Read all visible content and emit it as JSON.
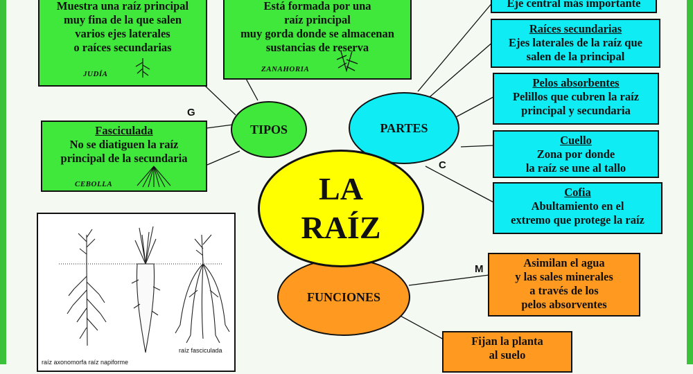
{
  "center": {
    "line1": "LA",
    "line2": "RAÍZ"
  },
  "ovals": {
    "tipos": "TIPOS",
    "partes": "PARTES",
    "funciones": "FUNCIONES"
  },
  "tipos_boxes": {
    "axonomorfa": {
      "lines": [
        "Muestra una raíz principal",
        "muy fina de la que salen",
        "varios ejes laterales",
        "o raíces secundarias"
      ],
      "example": "JUDÍA"
    },
    "napiforme": {
      "lines": [
        "Está formada por una",
        "raíz principal",
        "muy gorda donde se almacenan",
        "sustancias de reserva"
      ],
      "example": "ZANAHORIA"
    },
    "fasciculada": {
      "title": "Fasciculada",
      "lines": [
        "No se diatiguen la raíz",
        "principal de la secundaria"
      ],
      "example": "CEBOLLA"
    }
  },
  "partes_boxes": [
    {
      "title": "",
      "lines": [
        "Eje central más importante"
      ]
    },
    {
      "title": "Raíces secundarias",
      "lines": [
        "Ejes laterales de la raíz que",
        "salen de la principal"
      ]
    },
    {
      "title": "Pelos absorbentes",
      "lines": [
        "Pelillos que cubren la raíz",
        "principal y secundaria"
      ]
    },
    {
      "title": "Cuello",
      "lines": [
        "Zona por donde",
        "la raíz se une al tallo"
      ]
    },
    {
      "title": "Cofia",
      "lines": [
        "Abultamiento en el",
        "extremo que protege la raíz"
      ]
    }
  ],
  "funciones_boxes": [
    {
      "lines": [
        "Asimilan el agua",
        "y las sales minerales",
        "a través de los",
        "pelos absorventes"
      ]
    },
    {
      "lines": [
        "Fijan la planta",
        "al suelo"
      ]
    }
  ],
  "marks": {
    "g": "G",
    "c": "C",
    "m": "M"
  },
  "illustration": {
    "caption_fasciculada": "raíz fasciculada",
    "caption_bottom": "raíz axonomorfa   raíz napiforme"
  },
  "colors": {
    "green_box": "#3fe83a",
    "cyan_box": "#10ecf3",
    "orange_box": "#ff9920",
    "center_oval": "#ffff00",
    "tipos_oval": "#3fe83a",
    "partes_oval": "#10ecf3",
    "funciones_oval": "#ff9920",
    "frame": "#3cc23a"
  }
}
